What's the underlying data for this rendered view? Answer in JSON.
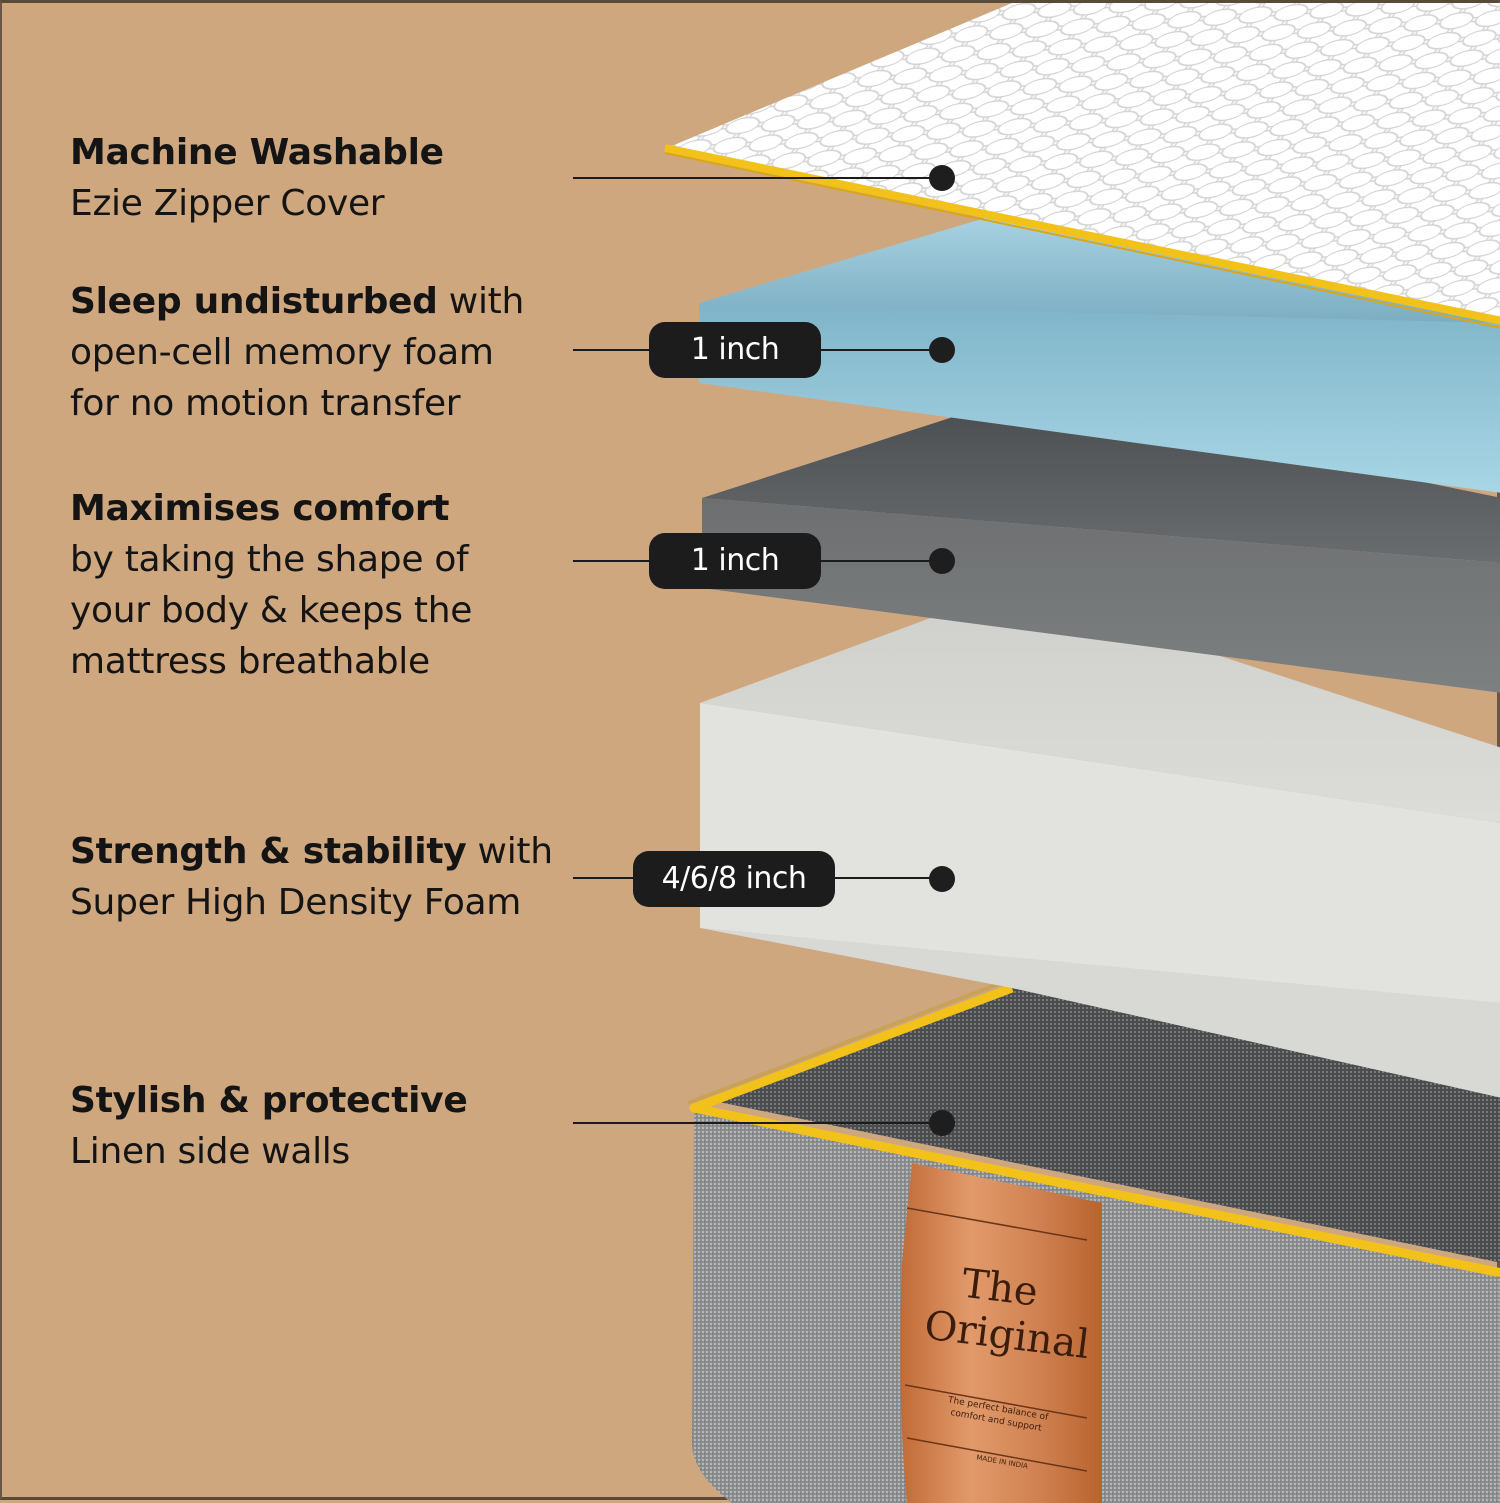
{
  "colors": {
    "background": "#cfa77f",
    "text": "#141414",
    "pill_bg": "#1c1c1c",
    "pill_text": "#ffffff",
    "piping_yellow": "#f2c21b",
    "cover_white": "#f4f4f4",
    "memory_foam_blue": "#8fc3d6",
    "comfort_foam_grey": "#6b6e6f",
    "hd_foam_white": "#e1e1dd",
    "linen_grey": "#8d8f91",
    "label_copper": "#c97845"
  },
  "features": [
    {
      "id": "cover",
      "title": "Machine Washable",
      "body": "Ezie Zipper Cover",
      "lines": [
        {
          "bold": "Machine Washable",
          "rest": ""
        },
        {
          "bold": "",
          "rest": "Ezie Zipper Cover"
        }
      ],
      "thickness": null
    },
    {
      "id": "memory-foam",
      "lines": [
        {
          "bold": "Sleep undisturbed",
          "rest": " with"
        },
        {
          "bold": "",
          "rest": "open-cell memory foam"
        },
        {
          "bold": "",
          "rest": "for no motion transfer"
        }
      ],
      "thickness": "1 inch"
    },
    {
      "id": "comfort-foam",
      "lines": [
        {
          "bold": "Maximises comfort",
          "rest": ""
        },
        {
          "bold": "",
          "rest": "by taking the shape of"
        },
        {
          "bold": "",
          "rest": "your body & keeps the"
        },
        {
          "bold": "",
          "rest": "mattress breathable"
        }
      ],
      "thickness": "1 inch"
    },
    {
      "id": "hd-foam",
      "lines": [
        {
          "bold": "Strength & stability",
          "rest": " with"
        },
        {
          "bold": "",
          "rest": "Super High Density Foam"
        }
      ],
      "thickness": "4/6/8 inch"
    },
    {
      "id": "side-walls",
      "lines": [
        {
          "bold": "Stylish & protective",
          "rest": ""
        },
        {
          "bold": "",
          "rest": "Linen side walls"
        }
      ],
      "thickness": null
    }
  ],
  "product_label": {
    "title_line1": "The",
    "title_line2": "Original",
    "tagline_line1": "The perfect balance of",
    "tagline_line2": "comfort and support",
    "origin": "MADE IN INDIA"
  }
}
